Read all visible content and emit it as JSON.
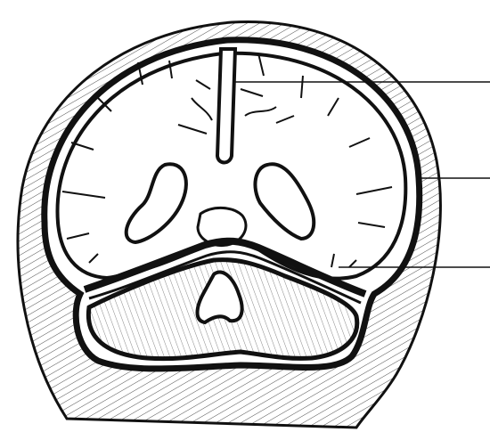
{
  "figure": {
    "type": "line drawing",
    "style": "black ink hatching on white",
    "colors": {
      "ink": "#111111",
      "paper": "#ffffff",
      "hatch": "#3a3a3a"
    },
    "leader_lines": [
      {
        "target": "falx-cerebri",
        "label": ""
      },
      {
        "target": "lateral-dura",
        "label": ""
      },
      {
        "target": "tentorium-cerebelli",
        "label": ""
      }
    ]
  }
}
